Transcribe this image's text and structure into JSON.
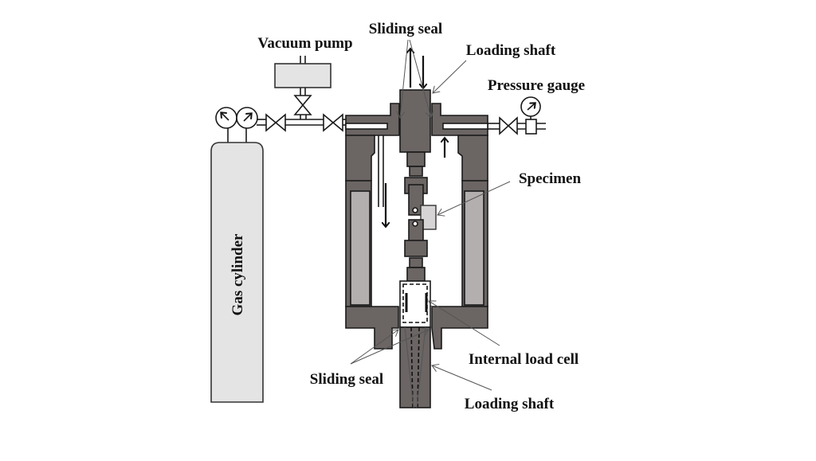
{
  "diagram": {
    "labels": {
      "vacuum_pump": "Vacuum pump",
      "sliding_seal_top": "Sliding seal",
      "loading_shaft_top": "Loading shaft",
      "pressure_gauge": "Pressure gauge",
      "specimen": "Specimen",
      "gas_cylinder": "Gas cylinder",
      "internal_load_cell": "Internal load cell",
      "sliding_seal_bottom": "Sliding seal",
      "loading_shaft_bottom": "Loading shaft"
    },
    "colors": {
      "vessel_body": "#6b6564",
      "heater_inner": "#b3afae",
      "equipment_fill": "#e4e4e4",
      "specimen_fill": "#d6d4d4"
    }
  }
}
